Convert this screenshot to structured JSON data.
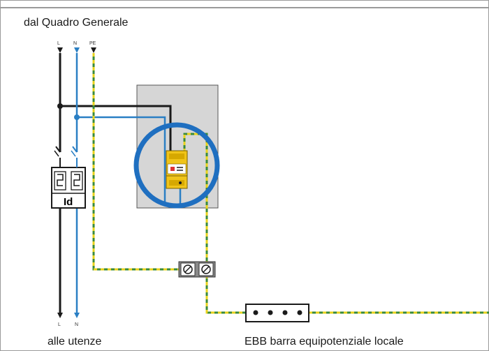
{
  "labels": {
    "top_title": "dal Quadro Generale",
    "bottom_left": "alle utenze",
    "bottom_right": "EBB barra equipotenziale locale",
    "conductor_L": "L",
    "conductor_N": "N",
    "conductor_PE": "PE",
    "rcd": "Id"
  },
  "colors": {
    "phase": "#1a1a1a",
    "neutral": "#2a7fc4",
    "earth_green": "#3a8a3a",
    "earth_yellow": "#e8d21c",
    "enclosure": "#d6d6d6",
    "highlight_ring": "#1f6fc0",
    "spd_body": "#f0c419",
    "terminal_block": "#8a8a8a"
  }
}
